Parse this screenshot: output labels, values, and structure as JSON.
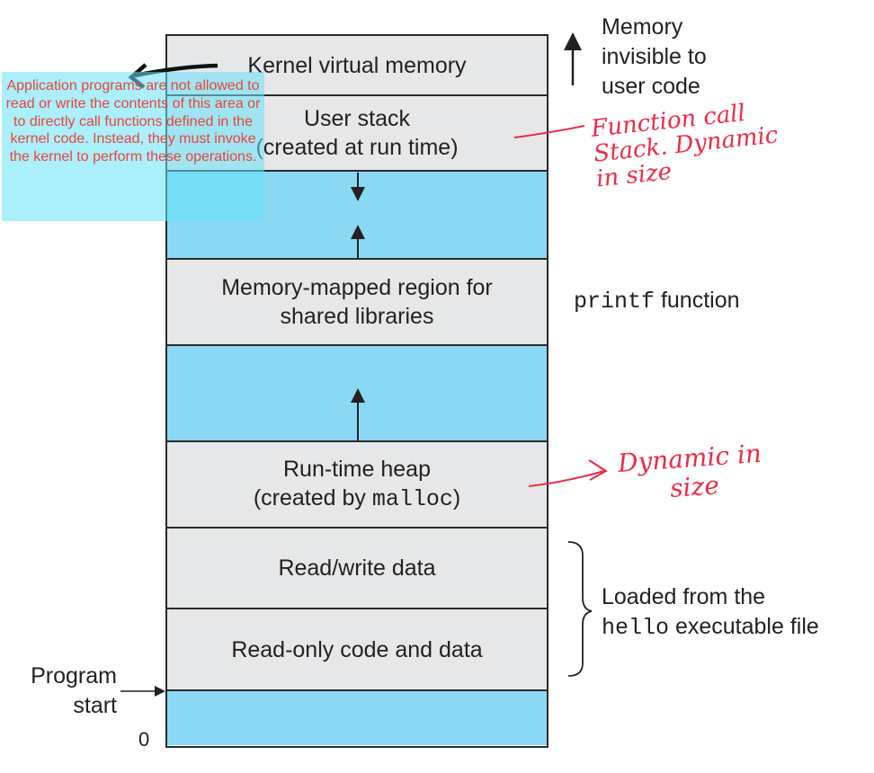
{
  "segments": {
    "kernel": "Kernel virtual memory",
    "user_stack_1": "User stack",
    "user_stack_2": "(created at run time)",
    "shared_1": "Memory-mapped region for",
    "shared_2": "shared libraries",
    "heap_1": "Run-time heap",
    "heap_2_pre": "(created by ",
    "heap_2_code": "malloc",
    "heap_2_post": ")",
    "rw_data": "Read/write data",
    "ro_code": "Read-only code and data"
  },
  "side_labels": {
    "invisible_1": "Memory",
    "invisible_2": "invisible to",
    "invisible_3": "user code",
    "printf_code": "printf",
    "printf_text": " function",
    "loaded_1": "Loaded from the",
    "loaded_code": "hello",
    "loaded_text": " executable file",
    "program_1": "Program",
    "program_2": "start",
    "zero": "0"
  },
  "annotations": {
    "note": "Application programs are not allowed to read or write the contents of  this area or to directly call functions defined in the kernel code. Instead, they must invoke the kernel to perform these operations.",
    "stack_hand_1": "Function call",
    "stack_hand_2": "Stack. Dynamic",
    "stack_hand_3": "in size",
    "heap_hand_1": "Dynamic in",
    "heap_hand_2": "size"
  },
  "colors": {
    "gray_segment": "#e6e7e8",
    "blue_segment": "#8ad8f4",
    "annotation_red": "#ee2a45",
    "note_text": "#e8453c"
  }
}
